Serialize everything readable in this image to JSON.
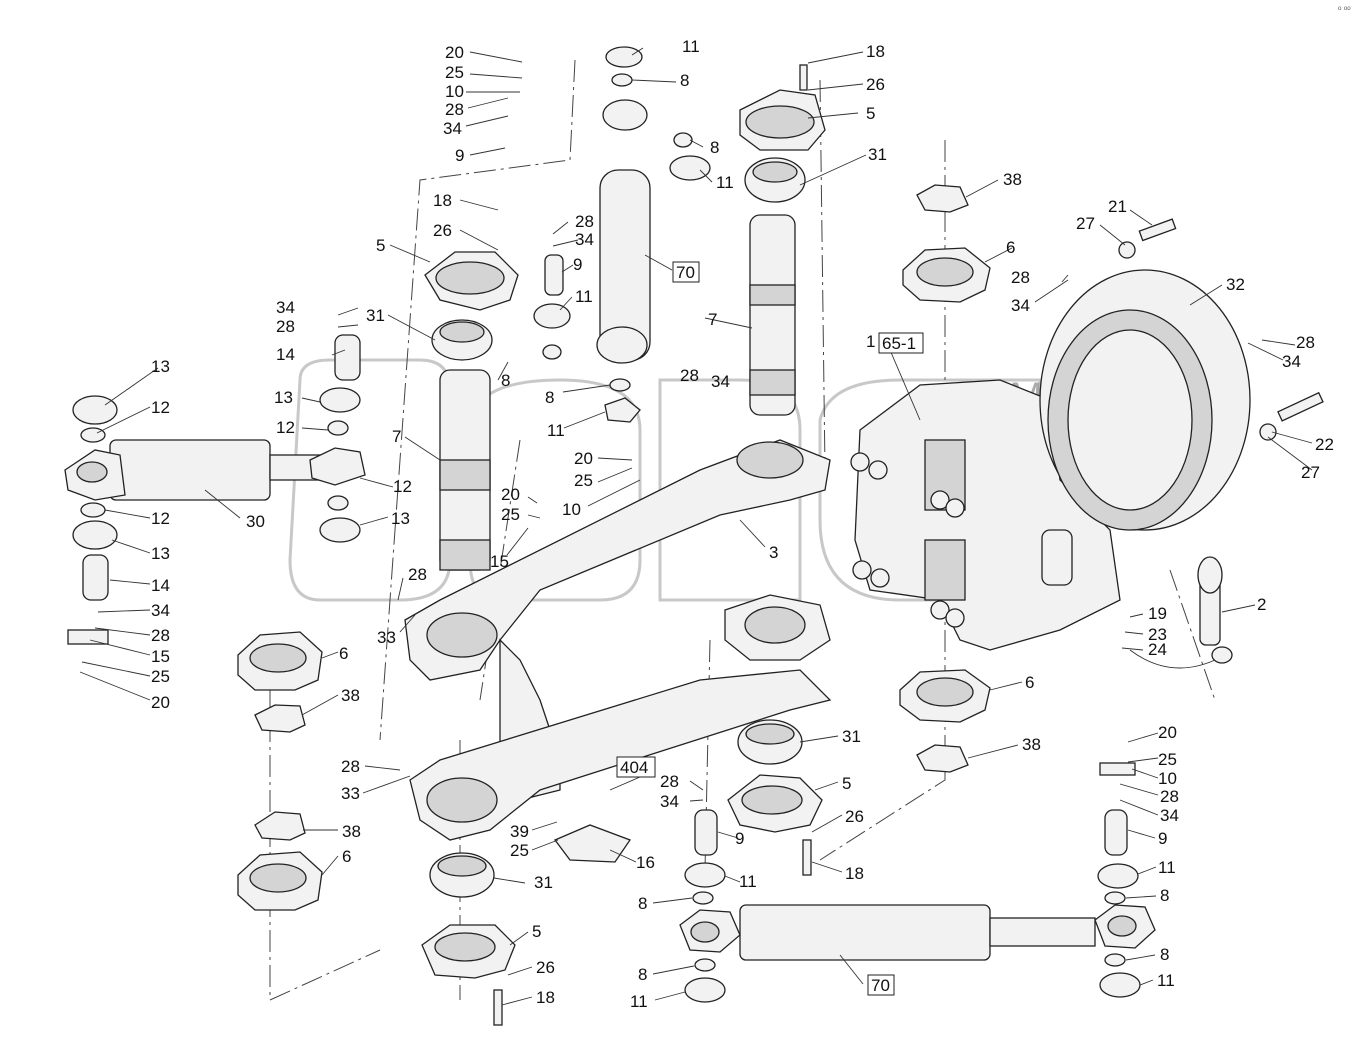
{
  "drawing": {
    "watermark": {
      "trademark": "TM"
    },
    "corner_mark": "ᵒ ᵒᵒ",
    "labels": [
      {
        "id": "l20a",
        "text": "20"
      },
      {
        "id": "l11a",
        "text": "11"
      },
      {
        "id": "l25a",
        "text": "25"
      },
      {
        "id": "l8a",
        "text": "8"
      },
      {
        "id": "l10a",
        "text": "10"
      },
      {
        "id": "l28a",
        "text": "28"
      },
      {
        "id": "l34a",
        "text": "34"
      },
      {
        "id": "l9a",
        "text": "9"
      },
      {
        "id": "l18a",
        "text": "18"
      },
      {
        "id": "l26a",
        "text": "26"
      },
      {
        "id": "l5a",
        "text": "5"
      },
      {
        "id": "l8b",
        "text": "8"
      },
      {
        "id": "l31a",
        "text": "31"
      },
      {
        "id": "l11b",
        "text": "11"
      },
      {
        "id": "l38a",
        "text": "38"
      },
      {
        "id": "l21",
        "text": "21"
      },
      {
        "id": "l27a",
        "text": "27"
      },
      {
        "id": "l6a",
        "text": "6"
      },
      {
        "id": "l28b",
        "text": "28"
      },
      {
        "id": "l34b",
        "text": "34"
      },
      {
        "id": "l32",
        "text": "32"
      },
      {
        "id": "l28c",
        "text": "28"
      },
      {
        "id": "l34c",
        "text": "34"
      },
      {
        "id": "l18b",
        "text": "18"
      },
      {
        "id": "l26b",
        "text": "26"
      },
      {
        "id": "l28d",
        "text": "28"
      },
      {
        "id": "l34d",
        "text": "34"
      },
      {
        "id": "l9b",
        "text": "9"
      },
      {
        "id": "l5b",
        "text": "5"
      },
      {
        "id": "l11c",
        "text": "11"
      },
      {
        "id": "l7a",
        "text": "7"
      },
      {
        "id": "l34e",
        "text": "34"
      },
      {
        "id": "l28e",
        "text": "28"
      },
      {
        "id": "l31b",
        "text": "31"
      },
      {
        "id": "l14a",
        "text": "14"
      },
      {
        "id": "l13a",
        "text": "13"
      },
      {
        "id": "l12a",
        "text": "12"
      },
      {
        "id": "l13b",
        "text": "13"
      },
      {
        "id": "l12b",
        "text": "12"
      },
      {
        "id": "l7b",
        "text": "7"
      },
      {
        "id": "l8c",
        "text": "8"
      },
      {
        "id": "l8d",
        "text": "8"
      },
      {
        "id": "l28f",
        "text": "28"
      },
      {
        "id": "l34f",
        "text": "34"
      },
      {
        "id": "l11d",
        "text": "11"
      },
      {
        "id": "l1",
        "text": "1"
      },
      {
        "id": "l22",
        "text": "22"
      },
      {
        "id": "l27b",
        "text": "27"
      },
      {
        "id": "l20b",
        "text": "20"
      },
      {
        "id": "l25b",
        "text": "25"
      },
      {
        "id": "l12c",
        "text": "12"
      },
      {
        "id": "l30",
        "text": "30"
      },
      {
        "id": "l12d",
        "text": "12"
      },
      {
        "id": "l13c",
        "text": "13"
      },
      {
        "id": "l20c",
        "text": "20"
      },
      {
        "id": "l25c",
        "text": "25"
      },
      {
        "id": "l10b",
        "text": "10"
      },
      {
        "id": "l3",
        "text": "3"
      },
      {
        "id": "l13d",
        "text": "13"
      },
      {
        "id": "l15a",
        "text": "15"
      },
      {
        "id": "l14b",
        "text": "14"
      },
      {
        "id": "l34g",
        "text": "34"
      },
      {
        "id": "l28g",
        "text": "28"
      },
      {
        "id": "l15b",
        "text": "15"
      },
      {
        "id": "l25d",
        "text": "25"
      },
      {
        "id": "l20d",
        "text": "20"
      },
      {
        "id": "l28h",
        "text": "28"
      },
      {
        "id": "l33a",
        "text": "33"
      },
      {
        "id": "l6b",
        "text": "6"
      },
      {
        "id": "l38b",
        "text": "38"
      },
      {
        "id": "l2",
        "text": "2"
      },
      {
        "id": "l19",
        "text": "19"
      },
      {
        "id": "l23",
        "text": "23"
      },
      {
        "id": "l24",
        "text": "24"
      },
      {
        "id": "l6c",
        "text": "6"
      },
      {
        "id": "l31c",
        "text": "31"
      },
      {
        "id": "l38c",
        "text": "38"
      },
      {
        "id": "l28i",
        "text": "28"
      },
      {
        "id": "l33b",
        "text": "33"
      },
      {
        "id": "l28j",
        "text": "28"
      },
      {
        "id": "l34h",
        "text": "34"
      },
      {
        "id": "l5c",
        "text": "5"
      },
      {
        "id": "l20e",
        "text": "20"
      },
      {
        "id": "l25e",
        "text": "25"
      },
      {
        "id": "l10c",
        "text": "10"
      },
      {
        "id": "l28k",
        "text": "28"
      },
      {
        "id": "l34i",
        "text": "34"
      },
      {
        "id": "l9c",
        "text": "9"
      },
      {
        "id": "l38d",
        "text": "38"
      },
      {
        "id": "l6d",
        "text": "6"
      },
      {
        "id": "l39",
        "text": "39"
      },
      {
        "id": "l25f",
        "text": "25"
      },
      {
        "id": "l16",
        "text": "16"
      },
      {
        "id": "l26c",
        "text": "26"
      },
      {
        "id": "l18c",
        "text": "18"
      },
      {
        "id": "l9d",
        "text": "9"
      },
      {
        "id": "l11e",
        "text": "11"
      },
      {
        "id": "l11f",
        "text": "11"
      },
      {
        "id": "l31d",
        "text": "31"
      },
      {
        "id": "l8e",
        "text": "8"
      },
      {
        "id": "l8f",
        "text": "8"
      },
      {
        "id": "l5d",
        "text": "5"
      },
      {
        "id": "l8g",
        "text": "8"
      },
      {
        "id": "l26d",
        "text": "26"
      },
      {
        "id": "l8h",
        "text": "8"
      },
      {
        "id": "l11g",
        "text": "11"
      },
      {
        "id": "l11h",
        "text": "11"
      },
      {
        "id": "l18d",
        "text": "18"
      }
    ],
    "boxed_labels": [
      {
        "id": "b70a",
        "text": "70"
      },
      {
        "id": "b65",
        "text": "65-1"
      },
      {
        "id": "b404",
        "text": "404"
      },
      {
        "id": "b70b",
        "text": "70"
      }
    ]
  }
}
